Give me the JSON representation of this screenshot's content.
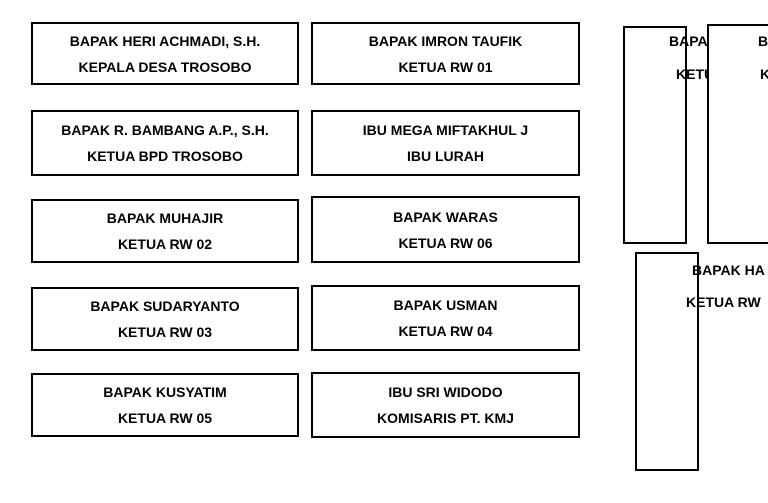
{
  "cards": [
    {
      "name": "BAPAK HERI ACHMADI, S.H.",
      "role": "KEPALA DESA TROSOBO"
    },
    {
      "name": "BAPAK IMRON TAUFIK",
      "role": "KETUA RW 01"
    },
    {
      "name": "BAPAK R. BAMBANG A.P., S.H.",
      "role": "KETUA BPD TROSOBO"
    },
    {
      "name": "IBU MEGA MIFTAKHUL J",
      "role": "IBU LURAH"
    },
    {
      "name": "BAPAK MUHAJIR",
      "role": "KETUA RW 02"
    },
    {
      "name": "BAPAK WARAS",
      "role": "KETUA RW 06"
    },
    {
      "name": "BAPAK SUDARYANTO",
      "role": "KETUA RW 03"
    },
    {
      "name": "BAPAK USMAN",
      "role": "KETUA RW 04"
    },
    {
      "name": "BAPAK KUSYATIM",
      "role": "KETUA RW 05"
    },
    {
      "name": "IBU SRI WIDODO",
      "role": "KOMISARIS PT. KMJ"
    }
  ],
  "fragments": {
    "a_top": "BAPA",
    "a_bottom": "KETU",
    "b_top": "B",
    "b_bottom": "K",
    "c_top": "BAPAK HA",
    "c_bottom": "KETUA RW"
  }
}
